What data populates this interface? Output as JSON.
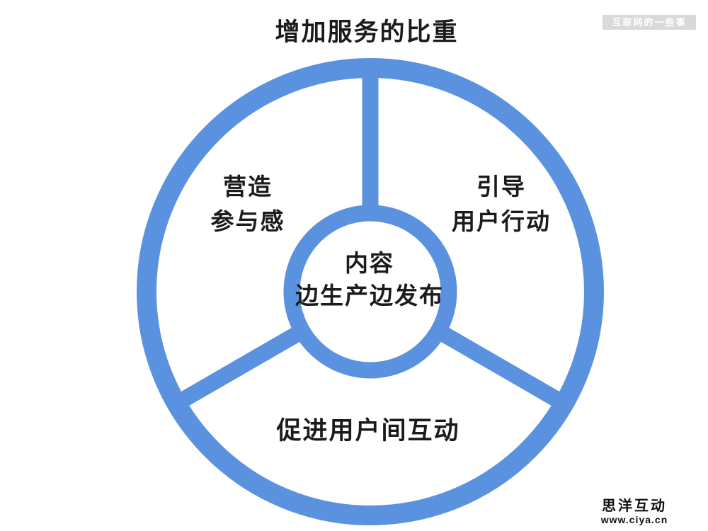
{
  "title": "增加服务的比重",
  "diagram": {
    "hub": {
      "line1": "内容",
      "line2": "边生产边发布"
    },
    "sector_left": {
      "line1": "营造",
      "line2": "参与感"
    },
    "sector_right": {
      "line1": "引导",
      "line2": "用户行动"
    },
    "sector_bottom": {
      "label": "促进用户间互动"
    }
  },
  "watermarks": {
    "top_right": "互联网的一些事",
    "bottom_right_name": "思洋互动",
    "bottom_right_url": "www.ciya.cn"
  },
  "colors": {
    "ring": "#5b92e0",
    "text": "#1b1b1b",
    "watermark_chip_bg": "#d9d9d9",
    "watermark_chip_text": "#ffffff"
  }
}
